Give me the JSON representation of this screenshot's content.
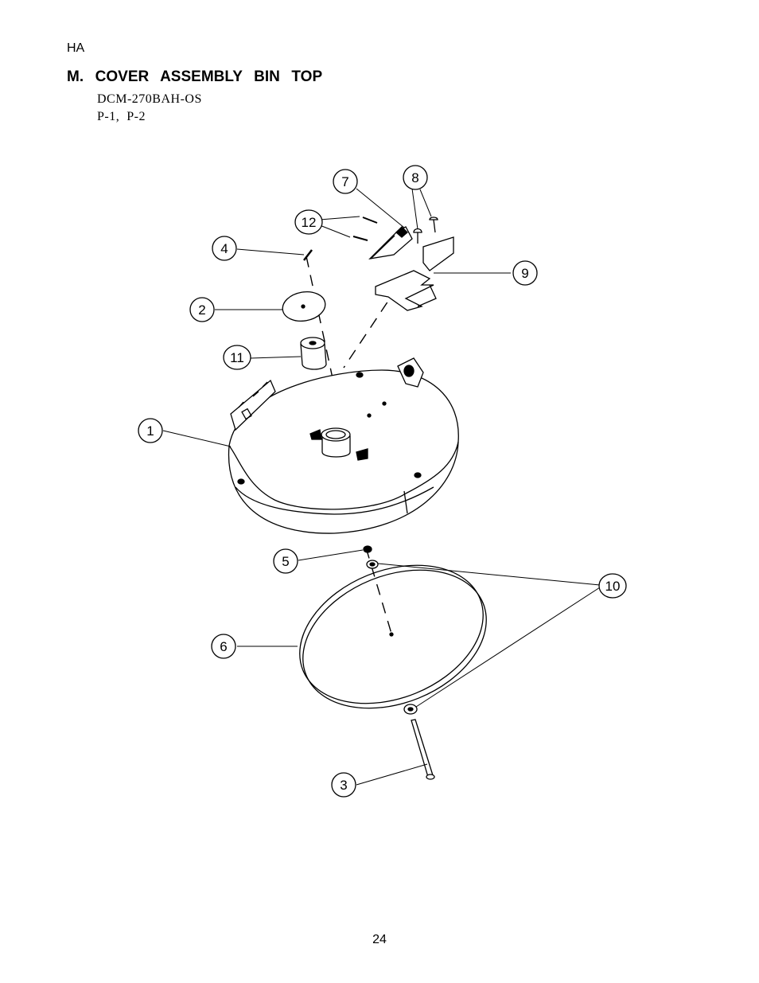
{
  "header": {
    "code": "HA"
  },
  "section": {
    "title": "M.  COVER  ASSEMBLY  BIN  TOP",
    "model": "DCM-270BAH-OS",
    "pages": "P-1,  P-2"
  },
  "diagram": {
    "callouts": {
      "c1": "1",
      "c2": "2",
      "c3": "3",
      "c4": "4",
      "c5": "5",
      "c6": "6",
      "c7": "7",
      "c8": "8",
      "c9": "9",
      "c10": "10",
      "c11": "11",
      "c12": "12"
    }
  },
  "footer": {
    "page_number": "24"
  }
}
